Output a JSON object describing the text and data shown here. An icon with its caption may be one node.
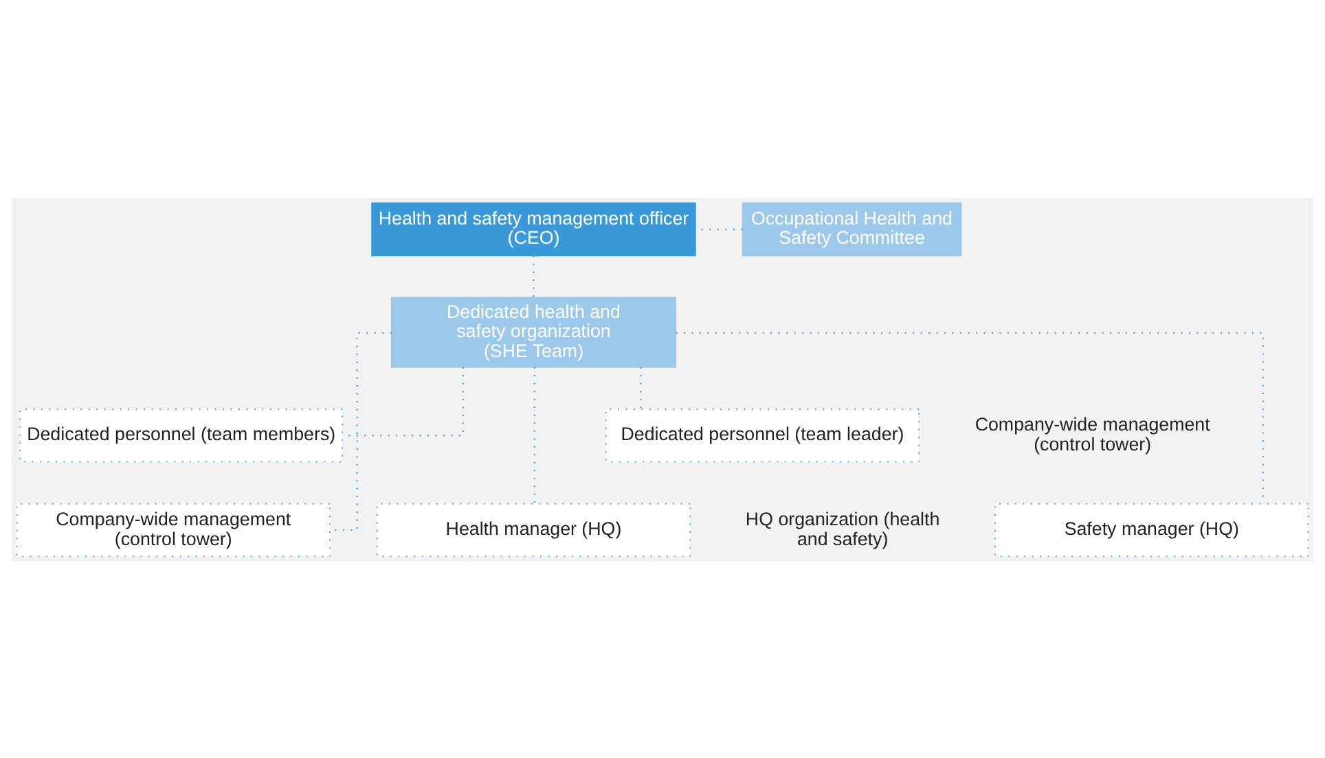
{
  "diagram": {
    "nodes": [
      {
        "text": [
          "Health and safety management officer (CEO)"
        ]
      },
      {
        "text": [
          "Occupational Health and Safety Committee"
        ]
      },
      {
        "text": [
          "Dedicated health and safety organization (SHE Team)"
        ]
      },
      {
        "text": [
          "Dedicated personnel (team leader)"
        ]
      },
      {
        "text": [
          "Dedicated personnel (team members)"
        ]
      },
      {
        "text": [
          "Safety manager (HQ)"
        ]
      },
      {
        "text": [
          "Health manager (HQ)"
        ]
      },
      {
        "text": [
          "Company-wide management (control tower)"
        ]
      }
    ],
    "edges": [
      {
        "from": 0,
        "to": 2,
        "arrow": "none"
      },
      {
        "from": 1,
        "to": 0,
        "arrow": "none"
      },
      {
        "from": 2,
        "to": 3,
        "arrow": "none"
      },
      {
        "from": 2,
        "to": 4,
        "arrow": "none"
      },
      {
        "from": 2,
        "to": 5,
        "arrow": "none"
      },
      {
        "from": 2,
        "to": 6,
        "arrow": "none"
      },
      {
        "from": 2,
        "to": 7,
        "arrow": "none"
      }
    ],
    "labels": [
      "Company-wide management (control tower)",
      "HQ organization (health and safety)"
    ]
  }
}
